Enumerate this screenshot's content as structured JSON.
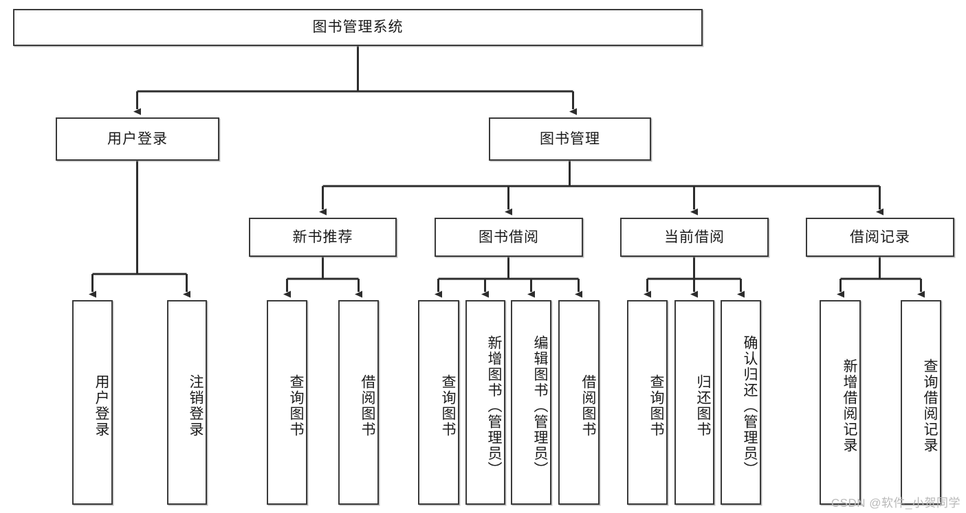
{
  "diagram": {
    "type": "tree-hierarchy-chart",
    "title": "图书管理系统",
    "watermark": "CSDN @软件_小贺同学",
    "colors": {
      "box_border": "#3a3a3a",
      "box_fill": "#ffffff",
      "connector": "#2d2d2d",
      "text": "#1b1b1b",
      "watermark": "#b9b9b9"
    },
    "levels": {
      "root": {
        "label": "图书管理系统"
      },
      "level2": [
        {
          "id": "user-login",
          "label": "用户登录"
        },
        {
          "id": "book-manage",
          "label": "图书管理"
        }
      ],
      "level3": [
        {
          "id": "new-book-rec",
          "label": "新书推荐"
        },
        {
          "id": "book-borrow",
          "label": "图书借阅"
        },
        {
          "id": "current-borrow",
          "label": "当前借阅"
        },
        {
          "id": "borrow-record",
          "label": "借阅记录"
        }
      ],
      "leaves": {
        "user_login": [
          {
            "id": "leaf-user-login",
            "label": "用户登录"
          },
          {
            "id": "leaf-logout-login",
            "label": "注销登录"
          }
        ],
        "new_book_rec": [
          {
            "id": "leaf-query-book-1",
            "label": "查询图书"
          },
          {
            "id": "leaf-borrow-book-1",
            "label": "借阅图书"
          }
        ],
        "book_borrow": [
          {
            "id": "leaf-query-book-2",
            "label": "查询图书"
          },
          {
            "id": "leaf-add-book",
            "label": "新增图书（管理员）"
          },
          {
            "id": "leaf-edit-book",
            "label": "编辑图书（管理员）"
          },
          {
            "id": "leaf-borrow-book-2",
            "label": "借阅图书"
          }
        ],
        "current_borrow": [
          {
            "id": "leaf-query-book-3",
            "label": "查询图书"
          },
          {
            "id": "leaf-return-book",
            "label": "归还图书"
          },
          {
            "id": "leaf-confirm-return",
            "label": "确认归还（管理员）"
          }
        ],
        "borrow_record": [
          {
            "id": "leaf-add-record",
            "label": "新增借阅记录"
          },
          {
            "id": "leaf-query-record",
            "label": "查询借阅记录"
          }
        ]
      }
    }
  }
}
